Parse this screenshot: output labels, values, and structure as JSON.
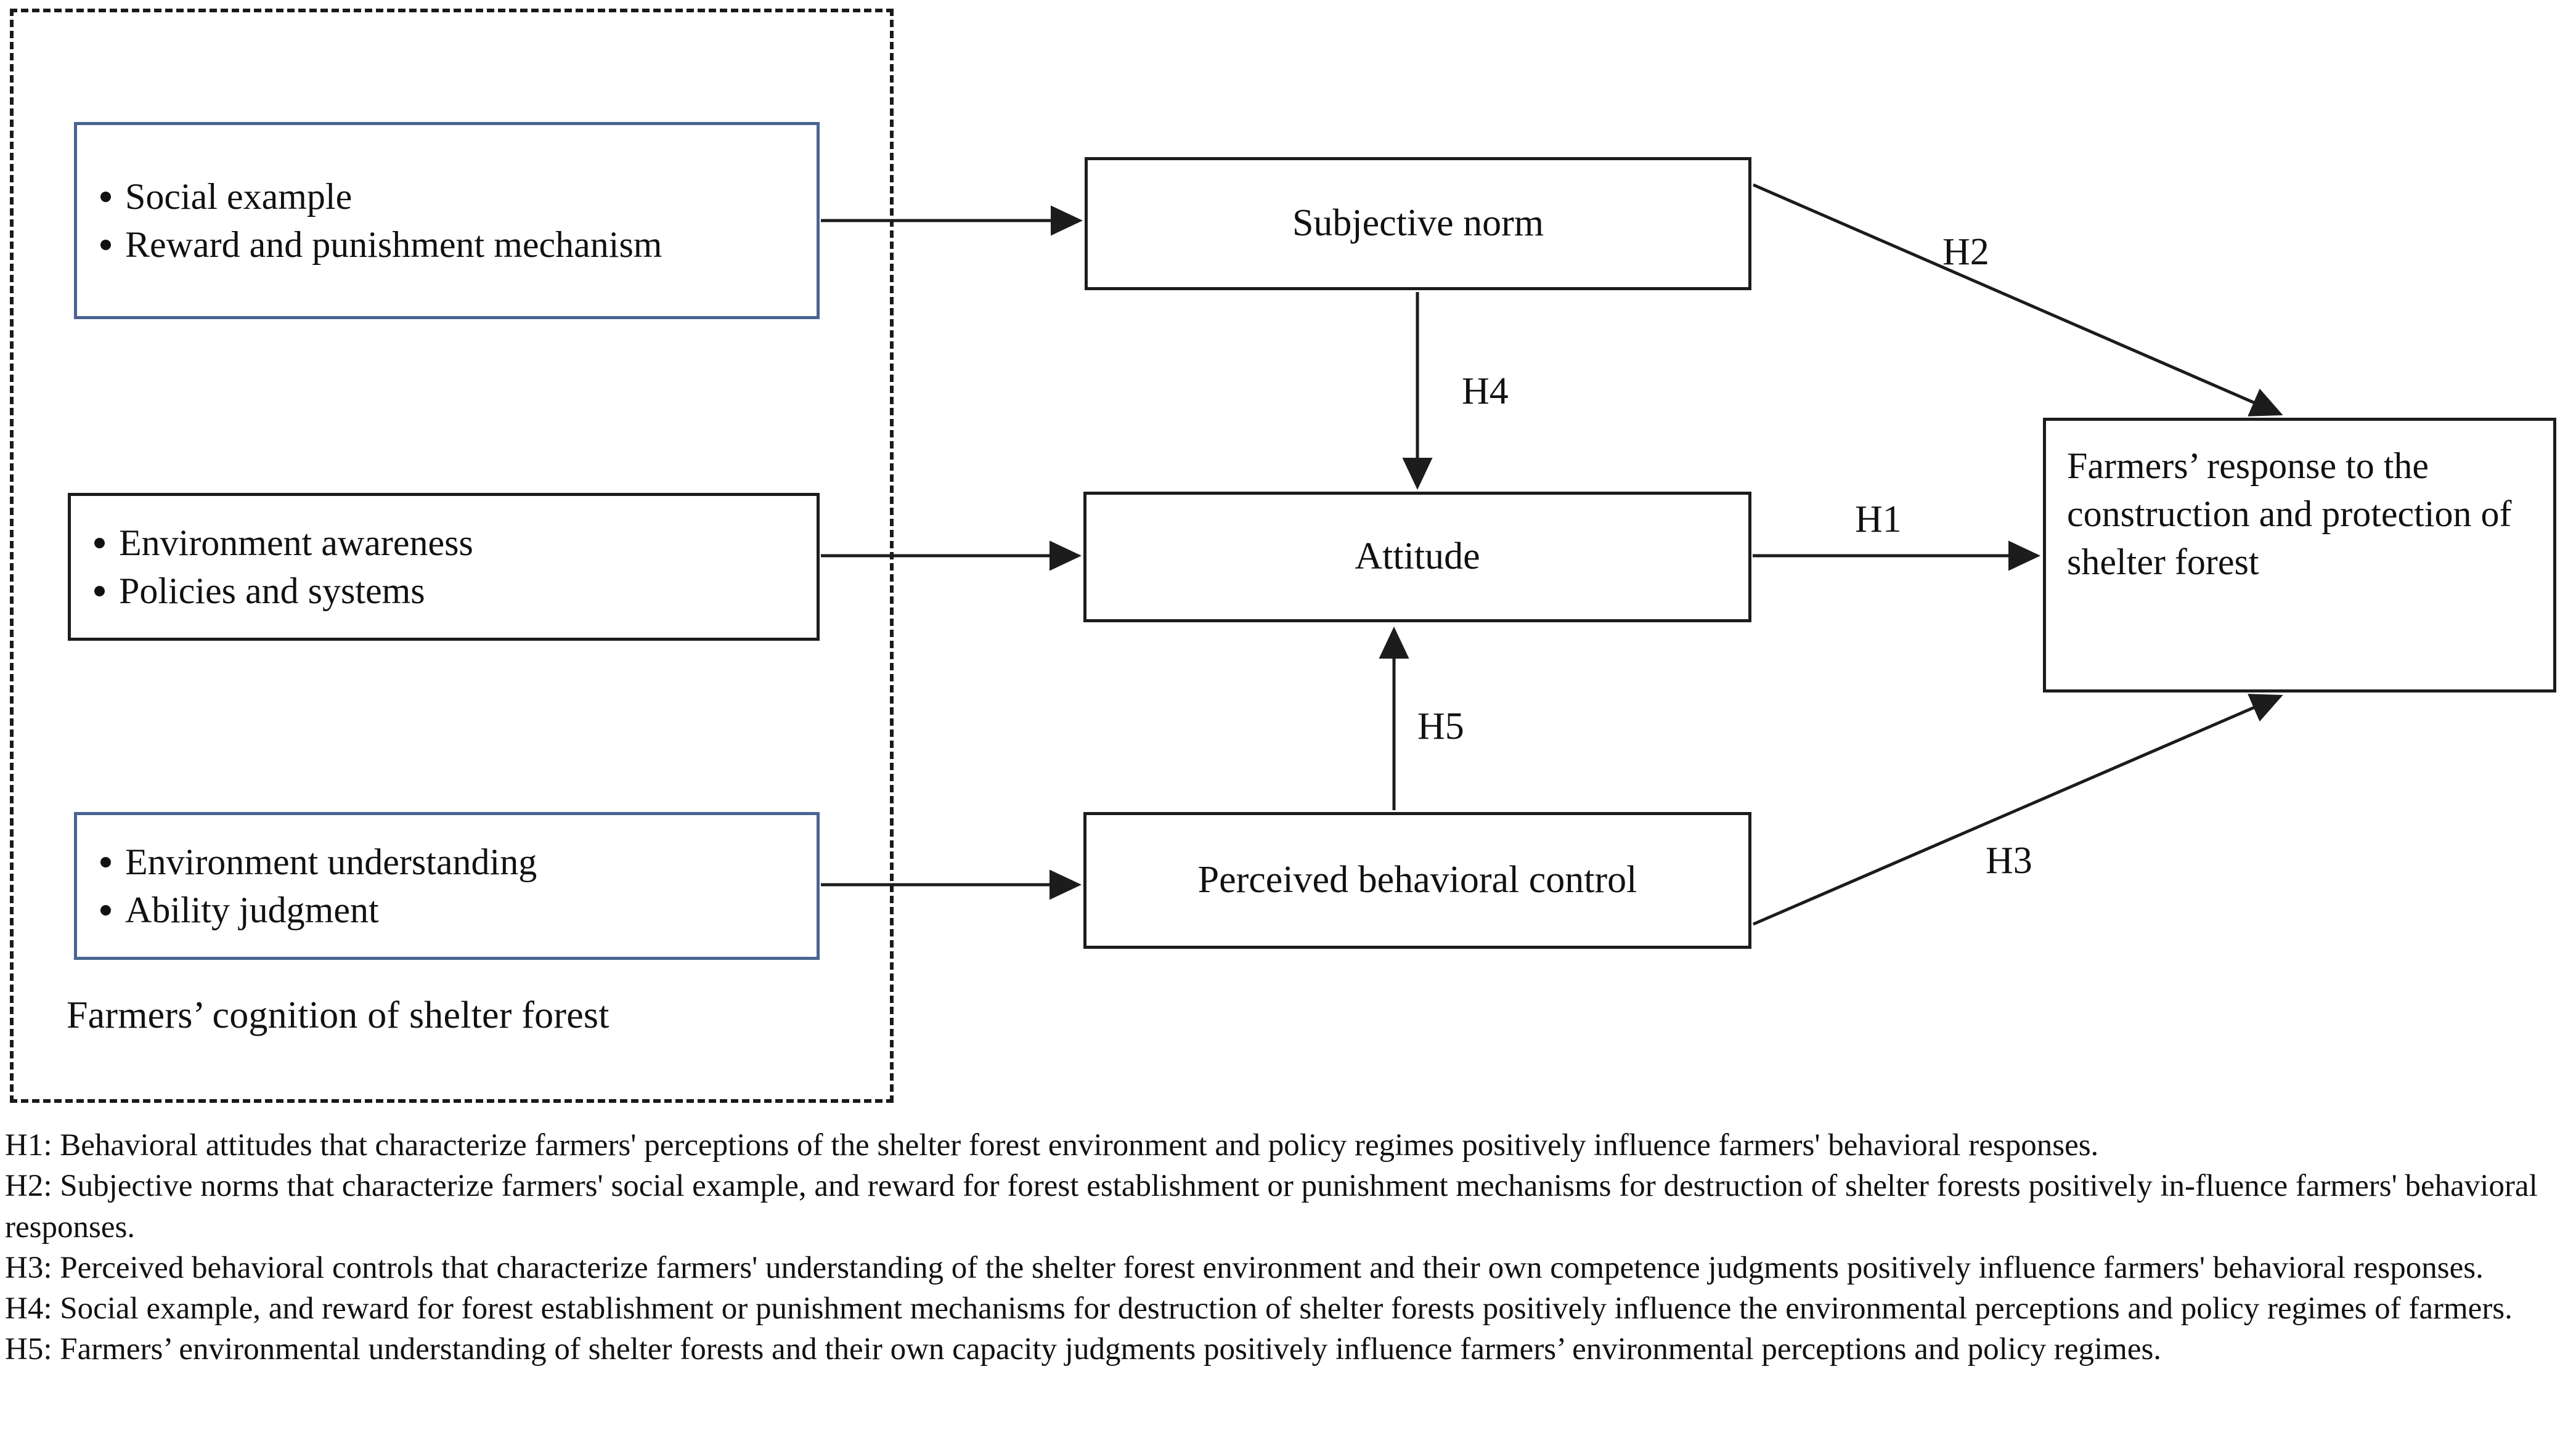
{
  "group": {
    "caption": "Farmers’ cognition of shelter forest"
  },
  "nodes": {
    "social": {
      "bullets": [
        "Social example",
        "Reward and punishment mechanism"
      ],
      "border_color": "#4a6491"
    },
    "environment": {
      "bullets": [
        "Environment awareness",
        "Policies and systems"
      ],
      "border_color": "#1c1c1c"
    },
    "understanding": {
      "bullets": [
        "Environment understanding",
        "Ability judgment"
      ],
      "border_color": "#4a6491"
    },
    "subjective_norm": {
      "label": "Subjective norm",
      "border_color": "#1c1c1c"
    },
    "attitude": {
      "label": "Attitude",
      "border_color": "#1c1c1c"
    },
    "perceived_control": {
      "label": "Perceived behavioral control",
      "border_color": "#1c1c1c"
    },
    "outcome": {
      "label": "Farmers’ response to the construction and protection of shelter forest",
      "border_color": "#1c1c1c"
    }
  },
  "edge_labels": {
    "h1": "H1",
    "h2": "H2",
    "h3": "H3",
    "h4": "H4",
    "h5": "H5"
  },
  "notes": {
    "h1": "H1: Behavioral attitudes that characterize farmers' perceptions of the shelter forest environment and policy regimes positively influence farmers' behavioral responses.",
    "h2": "H2: Subjective norms that characterize farmers' social example, and reward for forest establishment or punishment mechanisms for destruction of shelter forests positively in-fluence farmers' behavioral responses.",
    "h3": "H3: Perceived behavioral controls that characterize farmers' understanding of the shelter forest environment and their own competence judgments positively influence farmers' behavioral responses.",
    "h4": "H4: Social example, and reward for forest establishment or punishment mechanisms for destruction of shelter forests positively influence the environmental perceptions and policy regimes of farmers.",
    "h5": "H5: Farmers’ environmental understanding of shelter forests and their own capacity judgments positively influence farmers’ environmental perceptions and policy regimes."
  }
}
